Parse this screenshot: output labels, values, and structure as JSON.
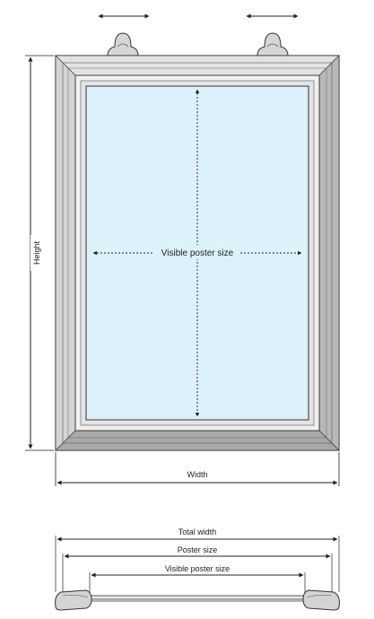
{
  "labels": {
    "height": "Height",
    "width": "Width",
    "visible_poster_size": "Visible poster size",
    "total_width": "Total width",
    "poster_size": "Poster size",
    "visible_poster_size_section": "Visible poster size"
  },
  "colors": {
    "frame_outer": "#c9c9c9",
    "frame_light": "#e2e2e2",
    "frame_dark": "#a9a9a9",
    "frame_stroke": "#333333",
    "poster_fill": "#ddf1fb",
    "line": "#222222"
  }
}
